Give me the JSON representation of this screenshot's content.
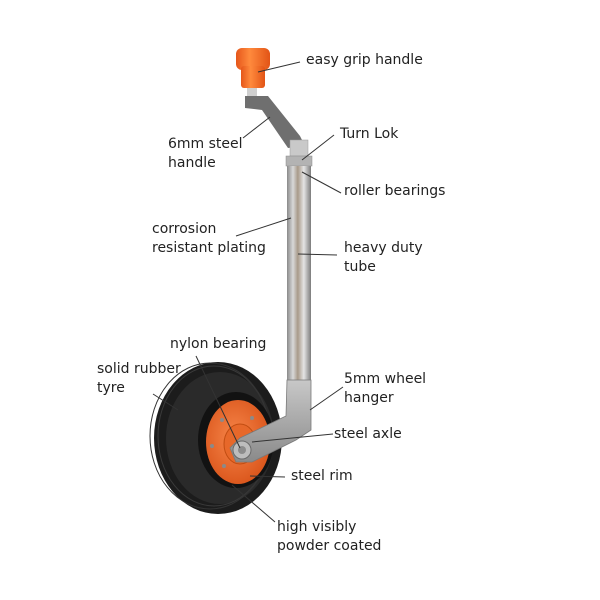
{
  "title": "Trailer jockey wheel parts diagram",
  "colors": {
    "background": "#ffffff",
    "text": "#222222",
    "leader_line": "#333333",
    "handle_orange": "#f26a1b",
    "rim_orange": "#ee6420",
    "tyre_black": "#1c1c1c",
    "steel": "#b9b9b9"
  },
  "labels": [
    {
      "id": "easy-grip-handle",
      "lines": [
        "easy grip handle"
      ]
    },
    {
      "id": "6mm-steel-handle",
      "lines": [
        "6mm steel",
        "handle"
      ]
    },
    {
      "id": "turn-lok",
      "lines": [
        "Turn Lok"
      ]
    },
    {
      "id": "roller-bearings",
      "lines": [
        "roller bearings"
      ]
    },
    {
      "id": "corrosion-resistant-plating",
      "lines": [
        "corrosion",
        "resistant plating"
      ]
    },
    {
      "id": "heavy-duty-tube",
      "lines": [
        "heavy duty",
        "tube"
      ]
    },
    {
      "id": "nylon-bearing",
      "lines": [
        "nylon bearing"
      ]
    },
    {
      "id": "solid-rubber-tyre",
      "lines": [
        "solid rubber",
        "tyre"
      ]
    },
    {
      "id": "5mm-wheel-hanger",
      "lines": [
        "5mm wheel",
        "hanger"
      ]
    },
    {
      "id": "steel-axle",
      "lines": [
        "steel axle"
      ]
    },
    {
      "id": "steel-rim",
      "lines": [
        "steel rim"
      ]
    },
    {
      "id": "high-visibly-powder-coated",
      "lines": [
        "high visibly",
        "powder coated"
      ]
    }
  ]
}
